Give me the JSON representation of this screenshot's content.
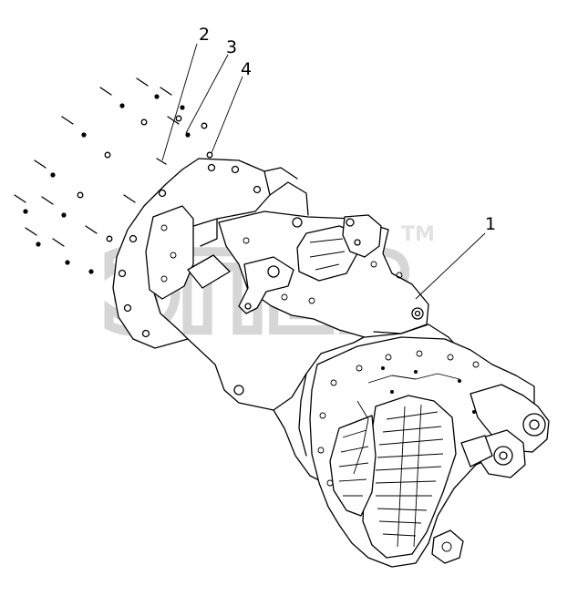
{
  "watermark": {
    "logo": "ЭПЕВ",
    "trademark": "TM"
  },
  "callouts": [
    {
      "id": "1",
      "label": "1"
    },
    {
      "id": "2",
      "label": "2"
    },
    {
      "id": "3",
      "label": "3"
    },
    {
      "id": "4",
      "label": "4"
    }
  ]
}
